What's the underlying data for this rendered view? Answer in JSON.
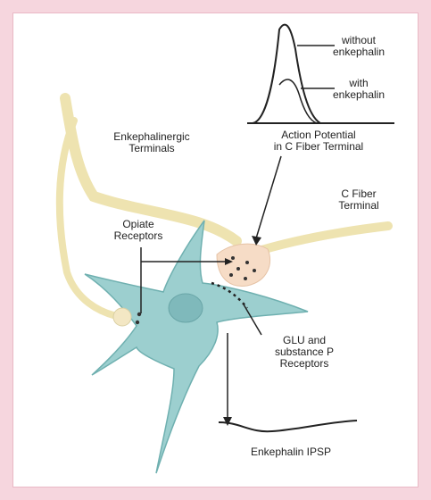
{
  "labels": {
    "without_enkephalin": [
      "without",
      "enkephalin"
    ],
    "with_enkephalin": [
      "with",
      "enkephalin"
    ],
    "action_potential": [
      "Action Potential",
      "in C Fiber Terminal"
    ],
    "enkephalinergic_terminals": [
      "Enkephalinergic",
      "Terminals"
    ],
    "c_fiber_terminal": [
      "C Fiber",
      "Terminal"
    ],
    "opiate_receptors": [
      "Opiate",
      "Receptors"
    ],
    "glu_receptors": [
      "GLU and",
      "substance P",
      "Receptors"
    ],
    "enkephalin_ipsp": "Enkephalin IPSP"
  },
  "colors": {
    "page_border": "#f6d6de",
    "neuron_fill": "#9ccfcf",
    "neuron_stroke": "#6fb0b0",
    "nucleus": "#7fb9bb",
    "enkephalinergic_fiber": "#eee3b0",
    "c_fiber_fill": "#f6dcc6"
  },
  "icons": [
    "action-potential-trace",
    "ipsp-trace",
    "neuron-cell",
    "vesicle-dots"
  ]
}
